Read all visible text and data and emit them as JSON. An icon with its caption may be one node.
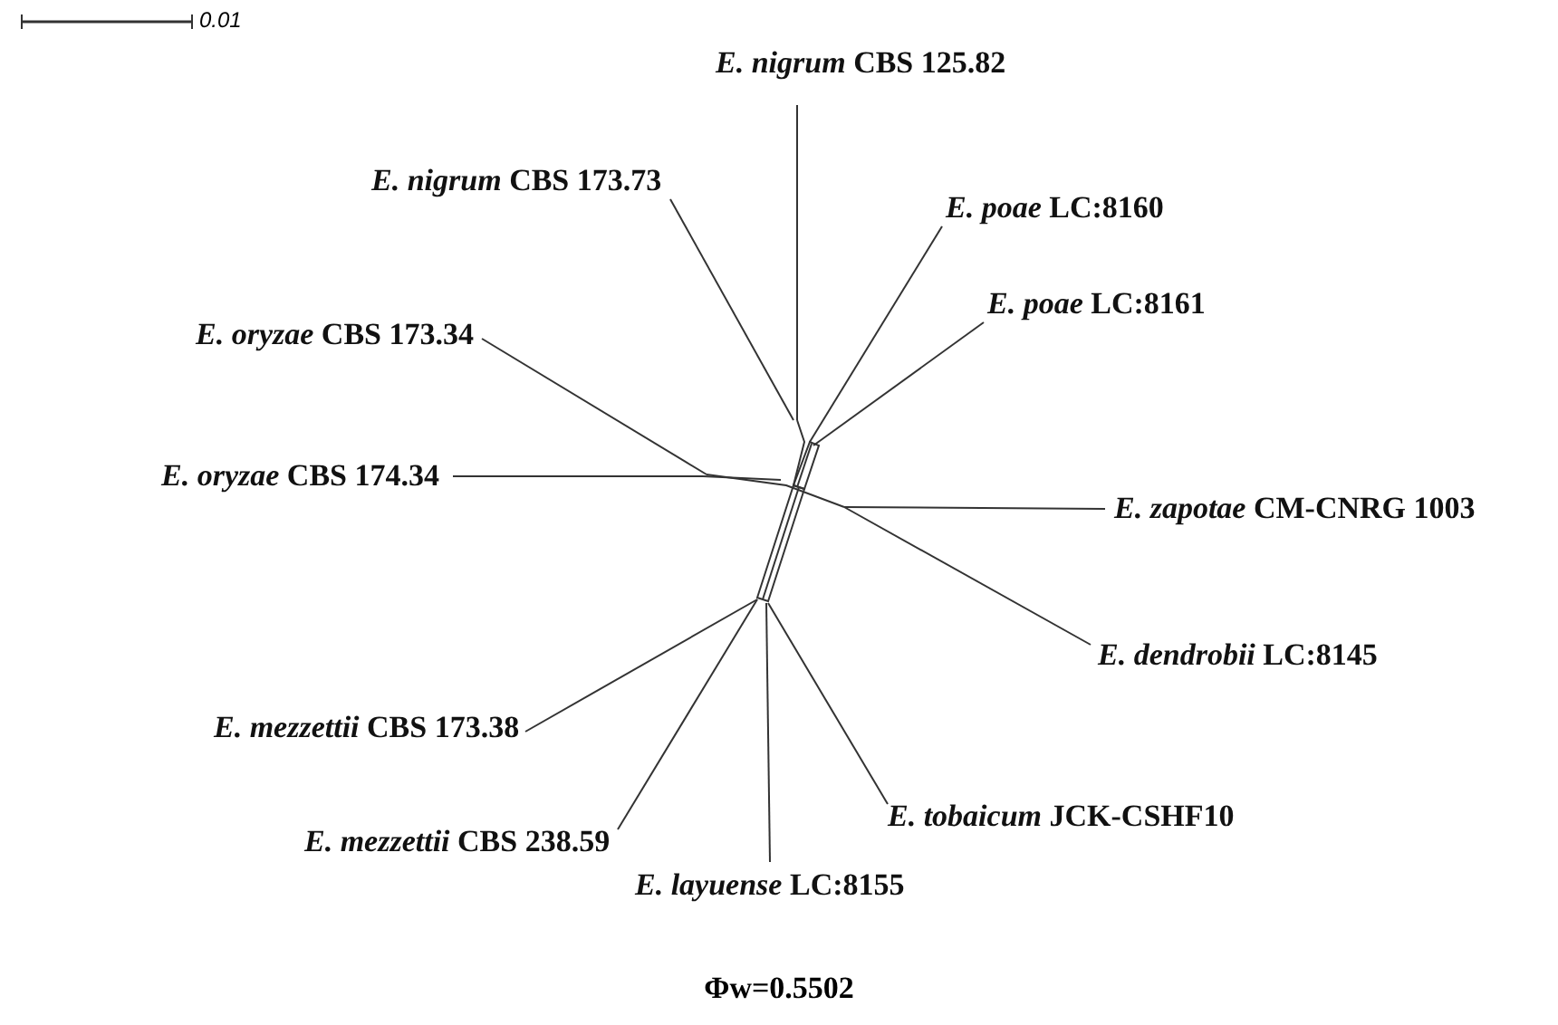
{
  "diagram": {
    "caption": "Φw=0.5502",
    "nodes": [
      {
        "text": [
          "*E. nigrum* CBS 125.82"
        ]
      },
      {
        "text": [
          "*E. nigrum* CBS 173.73"
        ]
      },
      {
        "text": [
          "*E. poae* LC:8160"
        ]
      },
      {
        "text": [
          "*E. oryzae* CBS 173.34"
        ]
      },
      {
        "text": [
          "*E. poae* LC:8161"
        ]
      },
      {
        "text": [
          "*E. oryzae* CBS 174.34"
        ]
      },
      {
        "text": [
          "*E. zapotae* CM-CNRG 1003"
        ]
      },
      {
        "text": [
          "*E. dendrobii* LC:8145"
        ]
      },
      {
        "text": [
          "*E. mezzettii* CBS 173.38"
        ]
      },
      {
        "text": [
          "*E. tobaicum* JCK-CSHF10"
        ]
      },
      {
        "text": [
          "*E. mezzettii* CBS 238.59"
        ]
      },
      {
        "text": [
          "*E. layuense* LC:8155"
        ]
      },
      {
        "text": [],
        "shape": "picture"
      }
    ],
    "edges": [
      {
        "from": 12,
        "to": 0,
        "arrow": "none"
      },
      {
        "from": 12,
        "to": 1,
        "arrow": "none"
      },
      {
        "from": 12,
        "to": 2,
        "arrow": "none"
      },
      {
        "from": 12,
        "to": 3,
        "arrow": "none"
      },
      {
        "from": 12,
        "to": 4,
        "arrow": "none"
      },
      {
        "from": 12,
        "to": 5,
        "arrow": "none"
      },
      {
        "from": 12,
        "to": 6,
        "arrow": "none"
      },
      {
        "from": 12,
        "to": 7,
        "arrow": "none"
      },
      {
        "from": 12,
        "to": 8,
        "arrow": "none"
      },
      {
        "from": 12,
        "to": 9,
        "arrow": "none"
      },
      {
        "from": 12,
        "to": 10,
        "arrow": "none"
      },
      {
        "from": 12,
        "to": 11,
        "arrow": "none"
      }
    ],
    "labels": [
      "0.01"
    ]
  }
}
